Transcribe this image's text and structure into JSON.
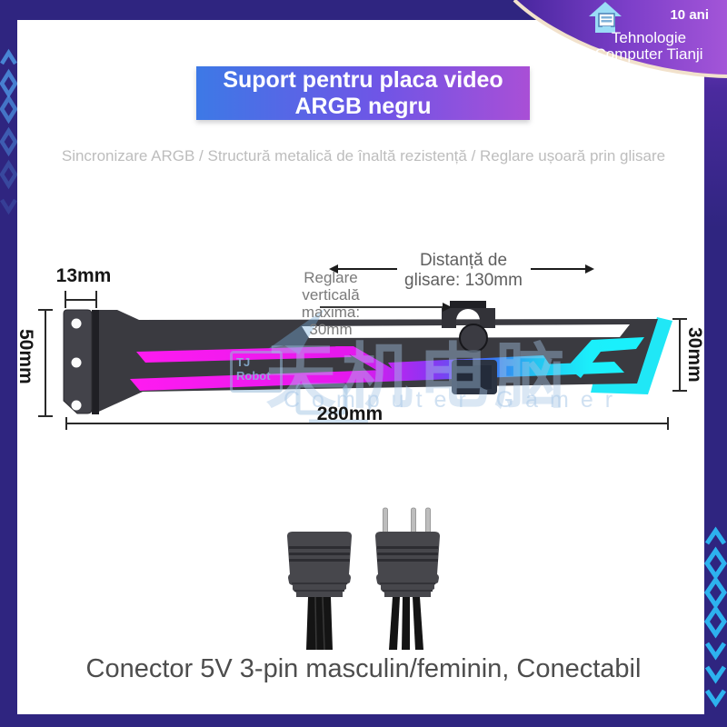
{
  "brand_badge": {
    "anniversary": "10 ani",
    "brand_line1": "Tehnologie",
    "brand_line2": "Computer Tianji"
  },
  "title": {
    "line1": "Suport pentru placa video",
    "line2": "ARGB negru"
  },
  "subtitle": "Sincronizare ARGB / Structură metalică de înaltă rezistență / Reglare ușoară prin glisare",
  "diagram": {
    "dims": {
      "flange_width": "13mm",
      "flange_height": "50mm",
      "arm_length": "280mm",
      "end_height": "30mm"
    },
    "slide_note": {
      "line1": "Distanță de",
      "line2": "glisare: 130mm"
    },
    "vertical_note": {
      "line1": "Reglare",
      "line2": "verticală",
      "line3": "maximă:",
      "line4": "30mm"
    },
    "watermark": {
      "badge_line1": "TJ",
      "badge_line2": "Robot",
      "cn_text": "天机电脑",
      "en_text": "Computer Gamer"
    }
  },
  "caption": "Conector 5V 3-pin masculin/feminin, Conectabil",
  "colors": {
    "frame_indigo": "#2f2580",
    "chevron_blue_left": "#4a8ad8",
    "chevron_blue_right": "#2db2ee",
    "banner_blue": "#3d79e6",
    "banner_purple": "#a94fd6",
    "badge_purple": "#8a4ad0",
    "badge_border_cream": "#f2e2cc",
    "argb_magenta": "#ff1bf0",
    "argb_cyan": "#1beffb",
    "bracket_gray": "#3a3a40"
  }
}
